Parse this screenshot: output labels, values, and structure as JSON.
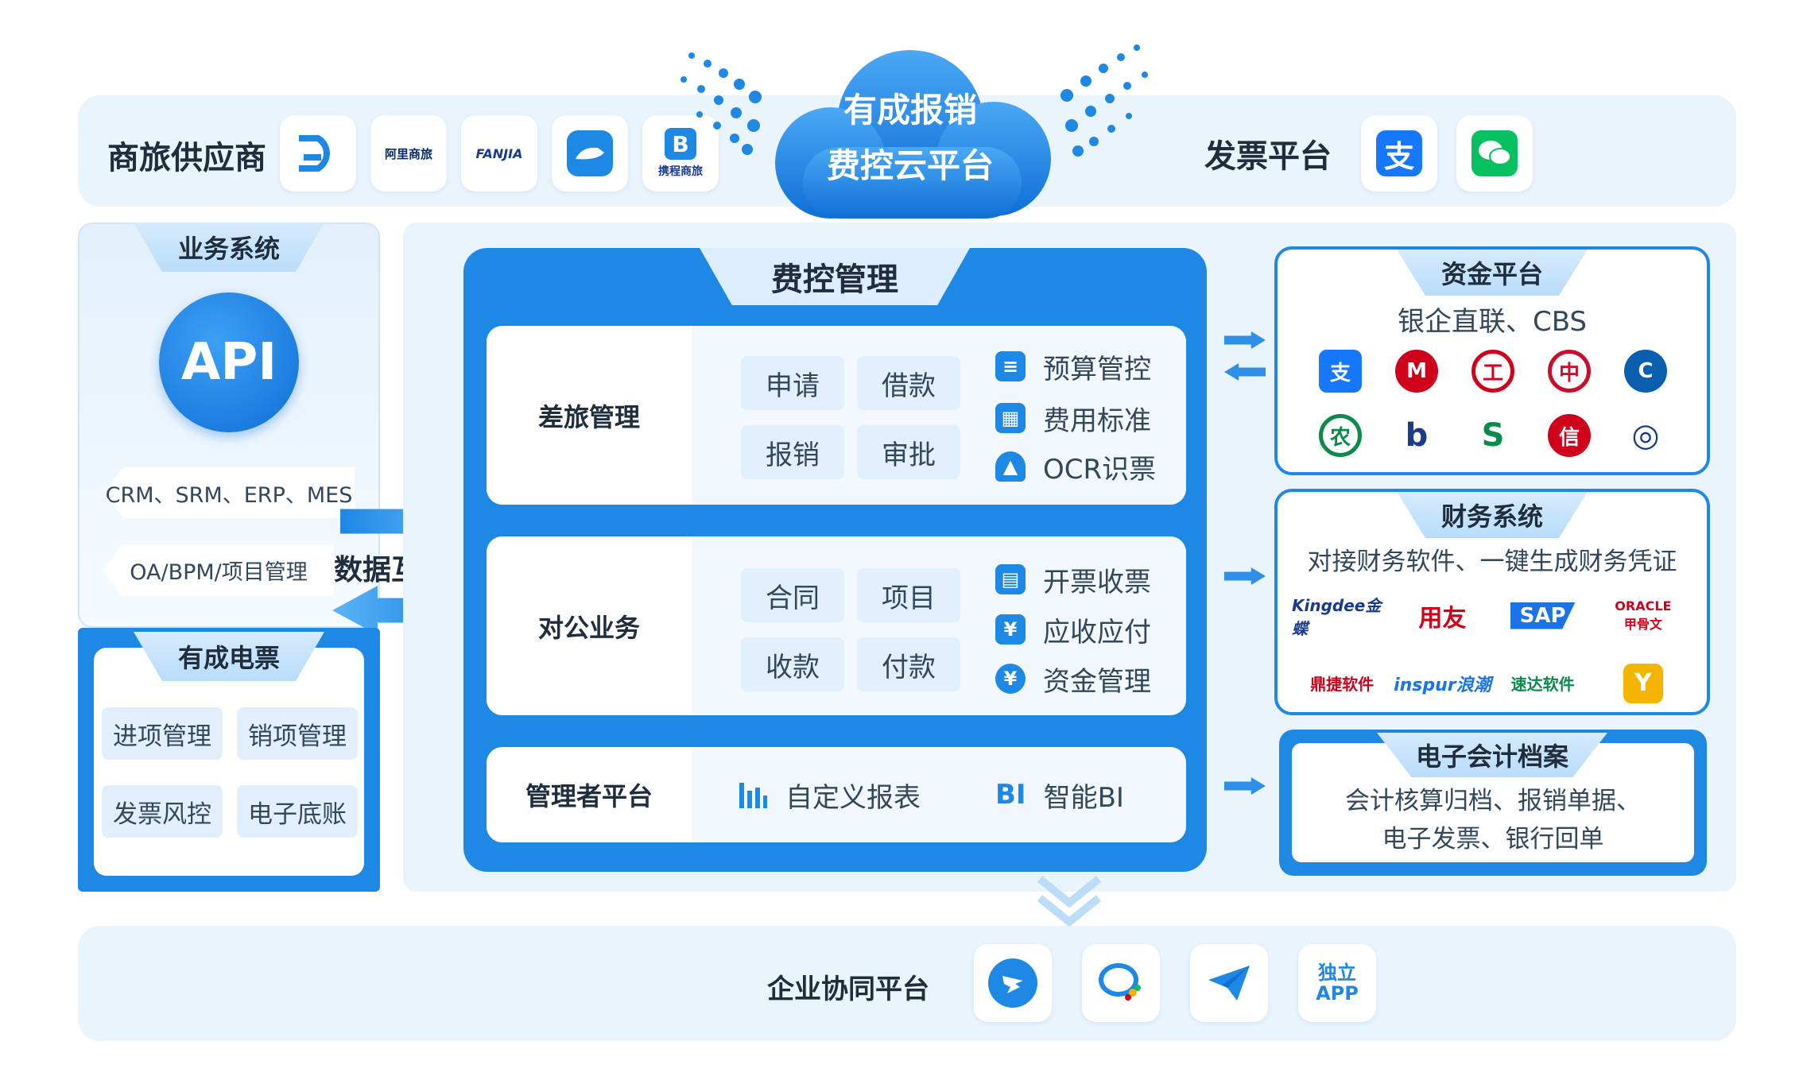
{
  "cloud": {
    "line1": "有成报销",
    "line2": "费控云平台"
  },
  "top_bar": {
    "suppliers_label": "商旅供应商",
    "supplier_logos": [
      {
        "icon": "didi-icon",
        "text": ""
      },
      {
        "icon": "alibaba-travel-icon",
        "text": "阿里商旅"
      },
      {
        "icon": "fanjia-icon",
        "text": "FANJIA"
      },
      {
        "icon": "train-icon",
        "text": ""
      },
      {
        "icon": "ctrip-business-icon",
        "text": "携程商旅"
      }
    ],
    "invoice_label": "发票平台",
    "invoice_logos": [
      {
        "icon": "alipay-icon",
        "text": "支"
      },
      {
        "icon": "wechat-icon",
        "text": ""
      }
    ]
  },
  "business_system": {
    "title": "业务系统",
    "api": "API",
    "item1": "CRM、SRM、ERP、MES",
    "item2": "OA/BPM/项目管理"
  },
  "data_link": "数据互联",
  "e_invoice": {
    "title": "有成电票",
    "items": [
      "进项管理",
      "销项管理",
      "发票风控",
      "电子底账"
    ]
  },
  "expense": {
    "title": "费控管理",
    "travel": {
      "label": "差旅管理",
      "chips": [
        "申请",
        "借款",
        "报销",
        "审批"
      ],
      "features": [
        {
          "icon": "budget-icon",
          "text": "预算管控"
        },
        {
          "icon": "calculator-icon",
          "text": "费用标准"
        },
        {
          "icon": "ocr-stamp-icon",
          "text": "OCR识票"
        }
      ]
    },
    "corporate": {
      "label": "对公业务",
      "chips": [
        "合同",
        "项目",
        "收款",
        "付款"
      ],
      "features": [
        {
          "icon": "invoice-card-icon",
          "text": "开票收票"
        },
        {
          "icon": "yuan-shield-icon",
          "text": "应收应付"
        },
        {
          "icon": "yuan-circle-icon",
          "text": "资金管理"
        }
      ]
    },
    "manager": {
      "label": "管理者平台",
      "features": [
        {
          "icon": "bar-report-icon",
          "text": "自定义报表"
        },
        {
          "icon": "bi-icon",
          "text": "智能BI",
          "mark": "BI"
        }
      ]
    }
  },
  "fund_platform": {
    "title": "资金平台",
    "subtitle": "银企直联、CBS",
    "banks": [
      {
        "icon": "alipay-bank-icon",
        "glyph": "支",
        "color": "#1677ff"
      },
      {
        "icon": "cmb-icon",
        "glyph": "M",
        "color": "#d0021b"
      },
      {
        "icon": "icbc-icon",
        "glyph": "工",
        "color": "#d0021b"
      },
      {
        "icon": "boc-icon",
        "glyph": "中",
        "color": "#c8102e"
      },
      {
        "icon": "ccb-icon",
        "glyph": "C",
        "color": "#0a5eb0"
      },
      {
        "icon": "abc-icon",
        "glyph": "农",
        "color": "#0a8a4b"
      },
      {
        "icon": "bocom-icon",
        "glyph": "b",
        "color": "#1a3b8c"
      },
      {
        "icon": "spdb-icon",
        "glyph": "S",
        "color": "#0a8a4b"
      },
      {
        "icon": "citic-icon",
        "glyph": "信",
        "color": "#d0021b"
      },
      {
        "icon": "cib-icon",
        "glyph": "◎",
        "color": "#1a3b8c"
      }
    ]
  },
  "finance_system": {
    "title": "财务系统",
    "subtitle": "对接财务软件、一键生成财务凭证",
    "vendors": [
      {
        "icon": "kingdee-icon",
        "text": "Kingdee金蝶",
        "color": "#1a3b8c"
      },
      {
        "icon": "yonyou-icon",
        "text": "用友",
        "color": "#d0021b"
      },
      {
        "icon": "sap-icon",
        "text": "SAP",
        "color": "#1a73e8"
      },
      {
        "icon": "oracle-icon",
        "text": "ORACLE 甲骨文",
        "color": "#d0021b"
      },
      {
        "icon": "digiwin-icon",
        "text": "鼎捷软件",
        "color": "#d0021b"
      },
      {
        "icon": "inspur-icon",
        "text": "inspur浪潮",
        "color": "#1a73e8"
      },
      {
        "icon": "superdata-icon",
        "text": "速达软件",
        "color": "#0a8a4b"
      },
      {
        "icon": "yicheng-icon",
        "text": "Y",
        "color": "#f5b400"
      }
    ]
  },
  "archive": {
    "title": "电子会计档案",
    "line1": "会计核算归档、报销单据、",
    "line2": "电子发票、银行回单"
  },
  "collab": {
    "label": "企业协同平台",
    "apps": [
      {
        "icon": "dingtalk-icon",
        "text": ""
      },
      {
        "icon": "wecom-icon",
        "text": ""
      },
      {
        "icon": "feishu-icon",
        "text": ""
      },
      {
        "icon": "standalone-app-icon",
        "text": "独立APP"
      }
    ]
  },
  "colors": {
    "primary": "#1e88e5",
    "light_panel": "#eaf4fd",
    "dark_blue": "#0f6fd6"
  }
}
